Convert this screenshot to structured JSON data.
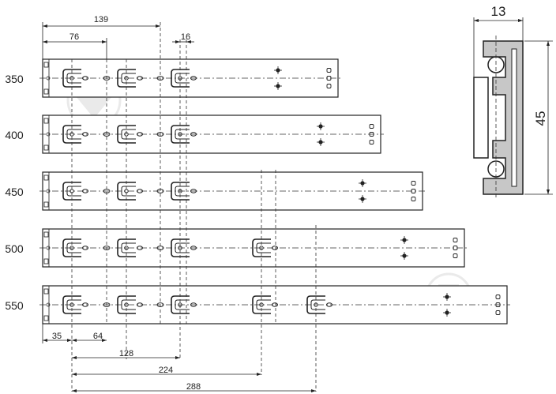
{
  "rails": [
    {
      "length_label": "350"
    },
    {
      "length_label": "400"
    },
    {
      "length_label": "450"
    },
    {
      "length_label": "500"
    },
    {
      "length_label": "550"
    }
  ],
  "top_dims": {
    "d139": "139",
    "d76": "76",
    "d16": "16"
  },
  "bottom_dims": {
    "d35": "35",
    "d64": "64",
    "d128": "128",
    "d224": "224",
    "d288": "288"
  },
  "profile": {
    "width_label": "13",
    "height_label": "45"
  },
  "colors": {
    "line": "#222222",
    "dash": "#333333",
    "profile_fill": "#c7c7c7",
    "watermark": "#d9d9d9"
  }
}
